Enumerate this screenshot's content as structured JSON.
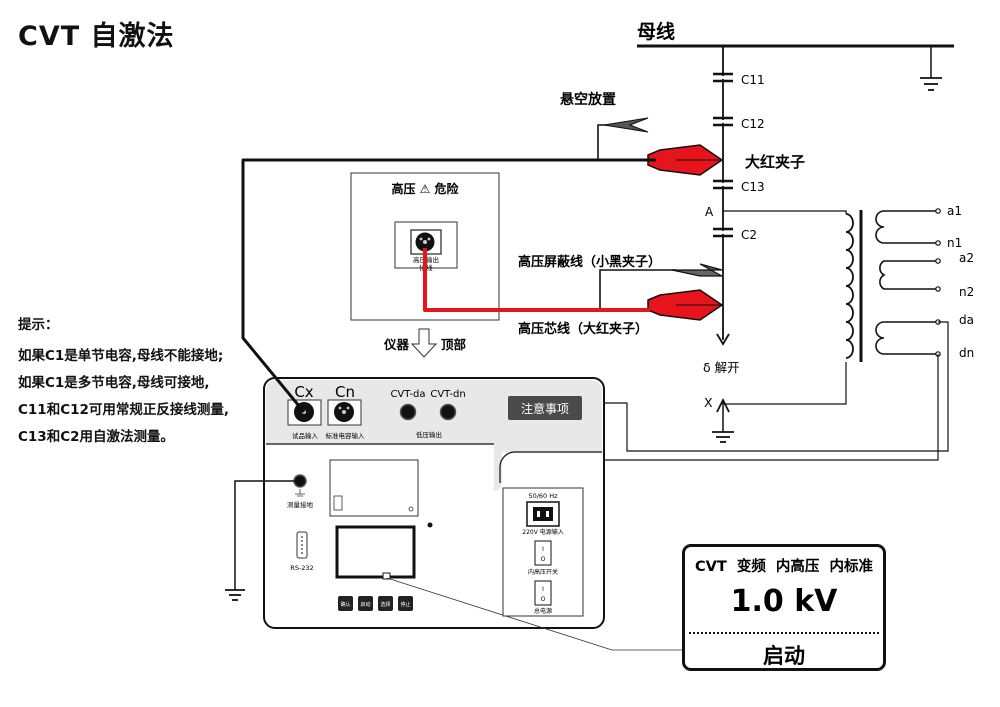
{
  "title": "CVT 自激法",
  "bus_label": "母线",
  "capacitors": {
    "c11": "C11",
    "c12": "C12",
    "c13": "C13",
    "c2": "C2"
  },
  "node_a": "A",
  "node_x": "X",
  "floating_label": "悬空放置",
  "big_red_clamp": "大红夹子",
  "delta_open": "δ 解开",
  "shield_line": "高压屏蔽线（小黑夹子）",
  "core_line": "高压芯线（大红夹子）",
  "secondary": {
    "a1": "a1",
    "n1": "n1",
    "a2": "a2",
    "n2": "n2",
    "da": "da",
    "dn": "dn"
  },
  "hv_box": {
    "warning": "高压 ⚠ 危险",
    "port_line1": "高压输出",
    "port_line2": "接线"
  },
  "orientation": {
    "instrument": "仪器",
    "top": "顶部"
  },
  "instrument": {
    "cx": "Cx",
    "cn": "Cn",
    "cx_sub": "试品输入",
    "cn_sub": "标准电容输入",
    "cvt_da": "CVT-da",
    "cvt_dn": "CVT-dn",
    "lv_out": "低压输出",
    "notice_button": "注意事项",
    "ground_label": "测量接地",
    "rs232": "RS-232",
    "freq": "50/60 Hz",
    "power_input": "220V 电源输入",
    "int_hv_switch": "内高压开关",
    "main_power": "总电源",
    "switch_on": "I",
    "switch_off": "O",
    "keys": [
      "确认",
      "启动",
      "选择",
      "停止"
    ]
  },
  "tips": {
    "title": "提示：",
    "lines": [
      "如果C1是单节电容,母线不能接地;",
      "如果C1是多节电容,母线可接地,",
      "C11和C12可用常规正反接线测量,",
      "C13和C2用自激法测量。"
    ]
  },
  "display": {
    "row1": "CVT  变频  内高压  内标准",
    "value": "1.0 kV",
    "action": "启动"
  },
  "colors": {
    "hv_core": "#e8141c",
    "line": "#111111",
    "panel_dark": "#4a4a4a"
  }
}
